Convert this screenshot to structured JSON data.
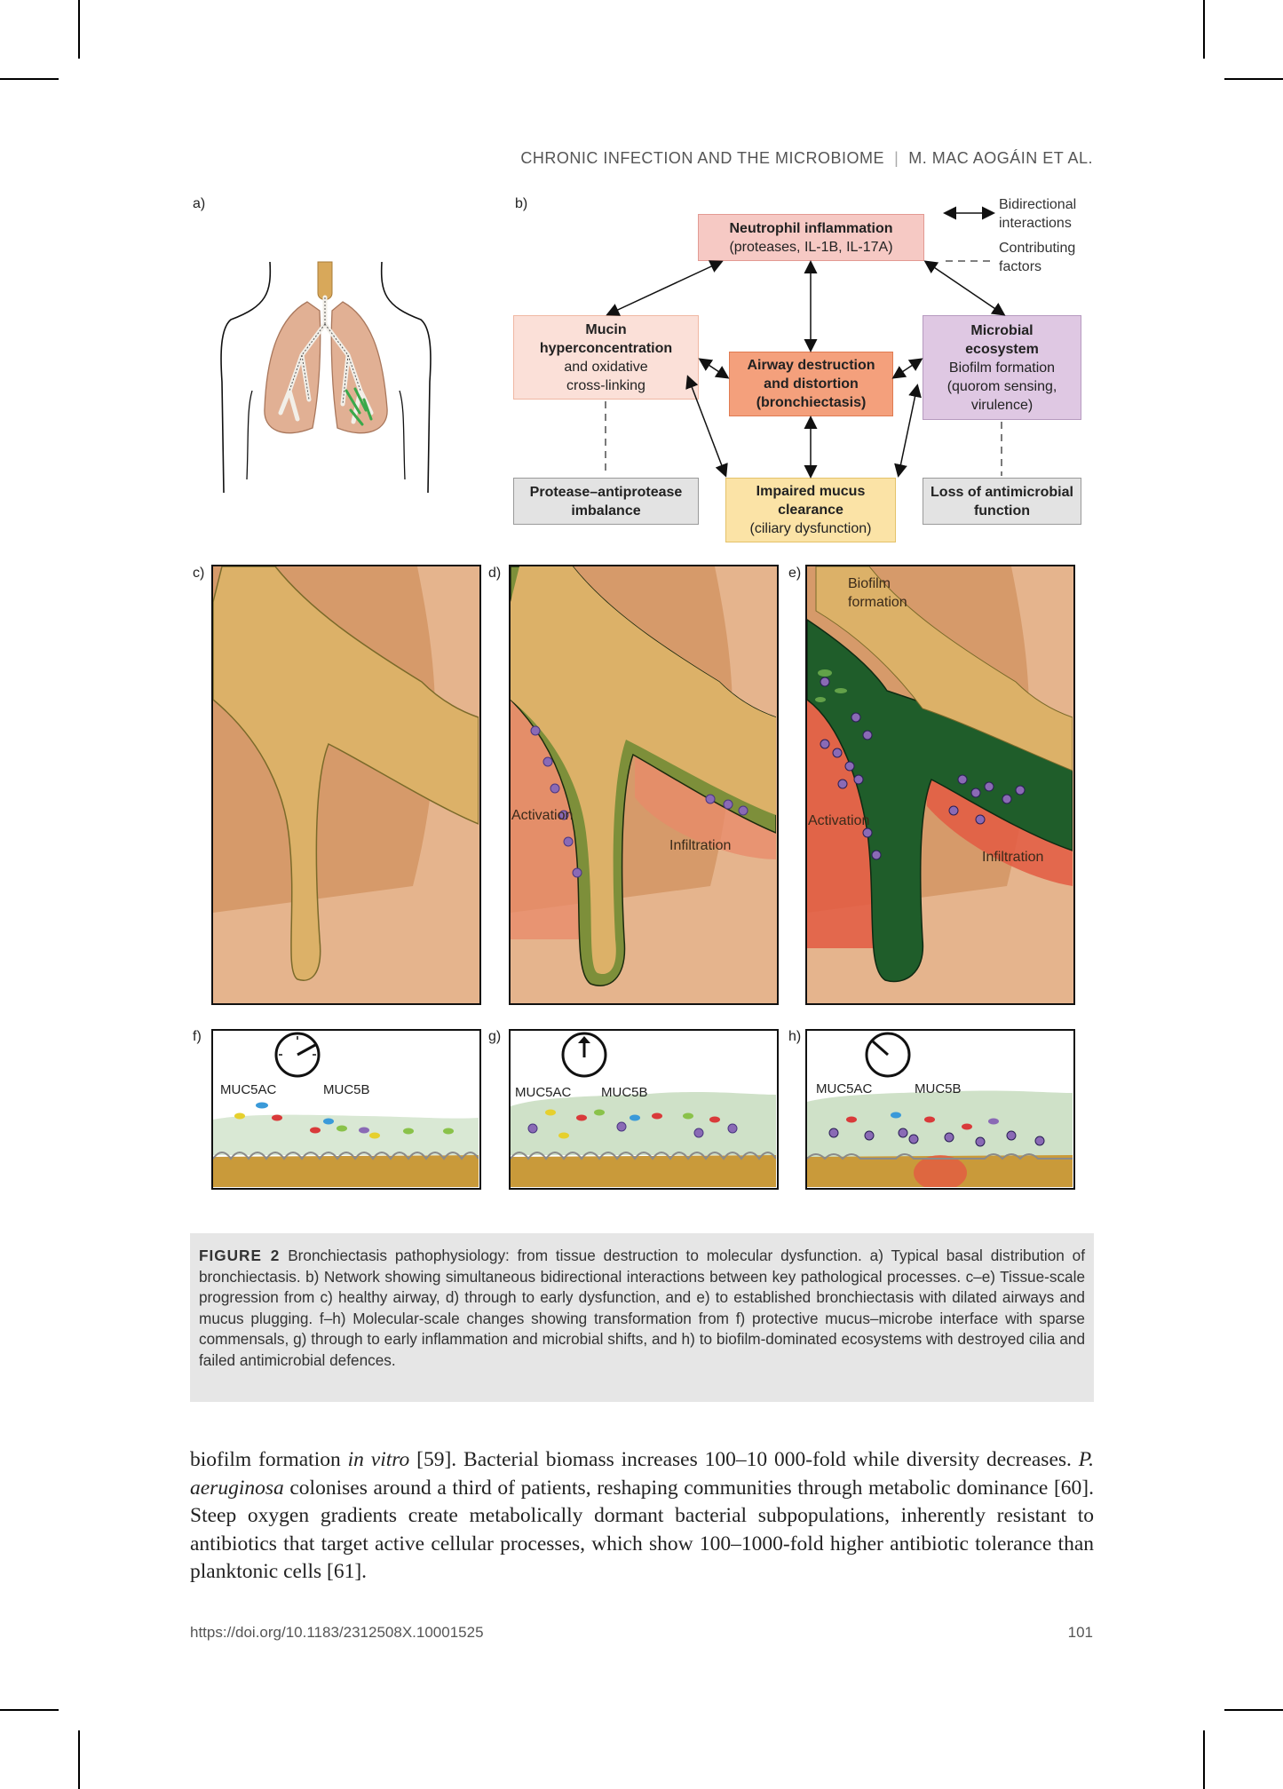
{
  "header": {
    "running_head": "CHRONIC INFECTION AND THE MICROBIOME",
    "separator": "|",
    "authors": "M. MAC AOGÁIN ET AL."
  },
  "panel_labels": {
    "a": "a)",
    "b": "b)",
    "c": "c)",
    "d": "d)",
    "e": "e)",
    "f": "f)",
    "g": "g)",
    "h": "h)"
  },
  "network": {
    "neutrophil": {
      "title": "Neutrophil inflammation",
      "sub": "(proteases, IL-1B, IL-17A)"
    },
    "mucin": {
      "title_line1": "Mucin",
      "title_line2": "hyperconcentration",
      "sub_line1": "and oxidative",
      "sub_line2": "cross-linking"
    },
    "airway": {
      "line1": "Airway destruction",
      "line2": "and distortion",
      "line3": "(bronchiectasis)"
    },
    "microbial": {
      "title_line1": "Microbial",
      "title_line2": "ecosystem",
      "sub_line1": "Biofilm formation",
      "sub_line2": "(quorom sensing,",
      "sub_line3": "virulence)"
    },
    "protease": {
      "line1": "Protease–antiprotease",
      "line2": "imbalance"
    },
    "mucus": {
      "line1": "Impaired mucus",
      "line2": "clearance",
      "sub": "(ciliary dysfunction)"
    },
    "loss": {
      "line1": "Loss of antimicrobial",
      "line2": "function"
    },
    "legend": {
      "bidirectional_line1": "Bidirectional",
      "bidirectional_line2": "interactions",
      "contributing_line1": "Contributing",
      "contributing_line2": "factors"
    },
    "colors": {
      "neutrophil_fill": "#f6c9c4",
      "mucin_fill": "#fbe0d8",
      "airway_fill": "#f4a07c",
      "microbial_fill": "#dfc8e3",
      "grey_fill": "#e3e3e3",
      "mucus_fill": "#fbe3a6"
    }
  },
  "tissue_labels": {
    "activation": "Activation",
    "infiltration": "Infiltration",
    "biofilm_line1": "Biofilm",
    "biofilm_line2": "formation"
  },
  "mucin_labels": {
    "muc5ac": "MUC5AC",
    "muc5b": "MUC5B"
  },
  "caption": {
    "label": "FIGURE 2",
    "text": "Bronchiectasis pathophysiology: from tissue destruction to molecular dysfunction. a) Typical basal distribution of bronchiectasis. b) Network showing simultaneous bidirectional interactions between key pathological processes. c–e) Tissue-scale progression from c) healthy airway, d) through to early dysfunction, and e) to established bronchiectasis with dilated airways and mucus plugging. f–h) Molecular-scale changes showing transformation from f) protective mucus–microbe interface with sparse commensals, g) through to early inflammation and microbial shifts, and h) to biofilm-dominated ecosystems with destroyed cilia and failed antimicrobial defences."
  },
  "body": {
    "p1": "biofilm formation ",
    "p1_italic": "in vitro",
    "p2": " [59]. Bacterial biomass increases 100–10 000-fold while diversity decreases. ",
    "p2_italic": "P. aeruginosa",
    "p3": " colonises around a third of patients, reshaping communities through metabolic dominance [60]. Steep oxygen gradients create metabolically dormant bacterial subpopulations, inherently resistant to antibiotics that target active cellular processes, which show 100–1000-fold higher antibiotic tolerance than planktonic cells [61]."
  },
  "footer": {
    "doi": "https://doi.org/10.1183/2312508X.10001525",
    "page_number": "101"
  }
}
